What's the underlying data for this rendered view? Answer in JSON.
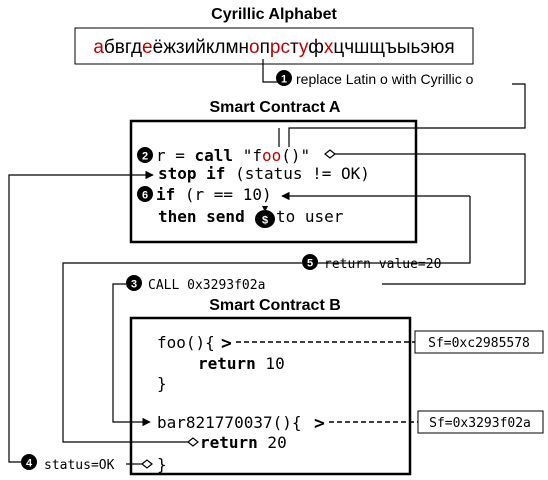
{
  "title": "Cyrillic Alphabet",
  "alphabet_segments": [
    {
      "text": "а",
      "red": true
    },
    {
      "text": "бвгд",
      "red": false
    },
    {
      "text": "е",
      "red": true
    },
    {
      "text": "ёжзийклмн",
      "red": false
    },
    {
      "text": "о",
      "red": true
    },
    {
      "text": "п",
      "red": false
    },
    {
      "text": "рс",
      "red": true
    },
    {
      "text": "т",
      "red": false
    },
    {
      "text": "у",
      "red": true
    },
    {
      "text": "ф",
      "red": false
    },
    {
      "text": "х",
      "red": true
    },
    {
      "text": "цчшщъыьэюя",
      "red": false
    }
  ],
  "step1_label": "replace Latin o with Cyrillic o",
  "contract_a": {
    "title": "Smart Contract A",
    "line1": {
      "pre": "r = ",
      "kw": "call",
      "str_pre": " \"f",
      "str_oo": "oo",
      "str_post": "()\""
    },
    "line2": {
      "kw": "stop if",
      "rest": " (status != OK)"
    },
    "line3": {
      "kw": "if",
      "rest": " (r == 10)"
    },
    "line4": {
      "kw": "then send",
      "rest": " to user"
    },
    "money_bag_symbol": "$"
  },
  "step5_label": "return value=20",
  "step3_label": "CALL 0x3293f02a",
  "contract_b": {
    "title": "Smart Contract B",
    "foo_line": "foo(){",
    "return10": {
      "kw": "return",
      "rest": " 10"
    },
    "close_brace1": "}",
    "bar_line": "bar821770037(){",
    "return20": {
      "kw": "return",
      "rest": " 20"
    },
    "close_brace2": "}"
  },
  "selector_foo": "Sf=0xc2985578",
  "selector_bar": "Sf=0x3293f02a",
  "step4_label": "status=OK",
  "markers": {
    "m1": "1",
    "m2": "2",
    "m3": "3",
    "m4": "4",
    "m5": "5",
    "m6": "6"
  },
  "colors": {
    "red": "#c00000",
    "black": "#000000"
  }
}
